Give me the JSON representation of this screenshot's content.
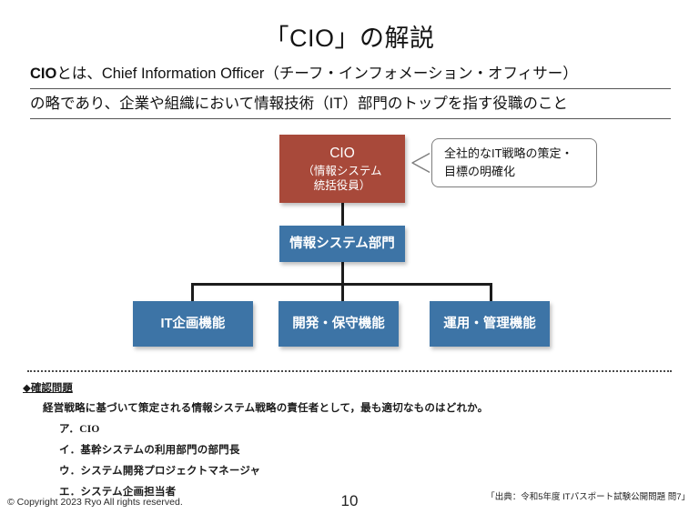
{
  "slide": {
    "title": "「CIO」の解説",
    "page_number": "10",
    "copyright": "© Copyright 2023 Ryo All rights reserved.",
    "source_note": "「出典：令和5年度 ITパスポート試験公開問題 問7」"
  },
  "lead": {
    "strong": "CIO",
    "line1_rest": "とは、Chief Information Officer（チーフ・インフォメーション・オフィサー）",
    "line2": "の略であり、企業や組織において情報技術（IT）部門のトップを指す役職のこと"
  },
  "org_chart": {
    "cio": {
      "main": "CIO",
      "sub_line1": "（情報システム",
      "sub_line2": "統括役員）",
      "color": "#a8493a"
    },
    "department": {
      "label": "情報システム部門",
      "color": "#3d74a6"
    },
    "functions": [
      {
        "label": "IT企画機能",
        "color": "#3d74a6"
      },
      {
        "label": "開発・保守機能",
        "color": "#3d74a6"
      },
      {
        "label": "運用・管理機能",
        "color": "#3d74a6"
      }
    ],
    "callout": {
      "line1": "全社的なIT戦略の策定・",
      "line2": "目標の明確化"
    }
  },
  "quiz": {
    "heading": "◆確認問題",
    "stem": "経営戦略に基づいて策定される情報システム戦略の責任者として，最も適切なものはどれか。",
    "choices": [
      "ア．CIO",
      "イ．基幹システムの利用部門の部門長",
      "ウ．システム開発プロジェクトマネージャ",
      "エ．システム企画担当者"
    ]
  }
}
